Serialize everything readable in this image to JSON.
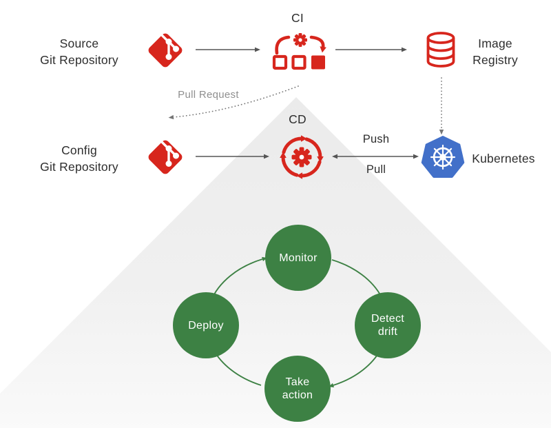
{
  "colors": {
    "red": "#d7261d",
    "green": "#3d8144",
    "blue": "#4270c9",
    "text": "#2d2d2d",
    "muted": "#8f8f8f",
    "arrow": "#555555",
    "dotted": "#757575",
    "triangle_top": "#ebebeb",
    "triangle_bottom": "#fafafa",
    "circle_text": "#ffffff"
  },
  "icons": {
    "source_repo": "git-icon",
    "config_repo": "git-icon",
    "ci": "ci-pipeline-icon",
    "cd": "cd-sync-icon",
    "image_registry": "database-icon",
    "kubernetes": "kubernetes-helm-icon"
  },
  "pipeline": {
    "source_repo": {
      "line1": "Source",
      "line2": "Git Repository"
    },
    "ci_label": "CI",
    "image_registry": {
      "line1": "Image",
      "line2": "Registry"
    },
    "pull_request_label": "Pull Request",
    "config_repo": {
      "line1": "Config",
      "line2": "Git Repository"
    },
    "cd_label": "CD",
    "push_label": "Push",
    "pull_label": "Pull",
    "kubernetes_label": "Kubernetes"
  },
  "gitops_cycle": {
    "monitor": {
      "line1": "Monitor"
    },
    "detect_drift": {
      "line1": "Detect",
      "line2": "drift"
    },
    "take_action": {
      "line1": "Take",
      "line2": "action"
    },
    "deploy": {
      "line1": "Deploy"
    }
  },
  "edges": [
    {
      "from": "source-git-repository",
      "to": "ci",
      "style": "solid"
    },
    {
      "from": "ci",
      "to": "image-registry",
      "style": "solid"
    },
    {
      "from": "ci",
      "to": "config-git-repository",
      "style": "dotted",
      "label": "Pull Request"
    },
    {
      "from": "image-registry",
      "to": "kubernetes",
      "style": "dotted"
    },
    {
      "from": "config-git-repository",
      "to": "cd",
      "style": "solid"
    },
    {
      "from": "cd",
      "to": "kubernetes",
      "style": "double",
      "labels": [
        "Push",
        "Pull"
      ]
    },
    {
      "from": "deploy",
      "to": "monitor",
      "style": "green-arc"
    },
    {
      "from": "monitor",
      "to": "detect-drift",
      "style": "green-arc"
    },
    {
      "from": "detect-drift",
      "to": "take-action",
      "style": "green-arc"
    },
    {
      "from": "take-action",
      "to": "deploy",
      "style": "green-arc"
    }
  ]
}
